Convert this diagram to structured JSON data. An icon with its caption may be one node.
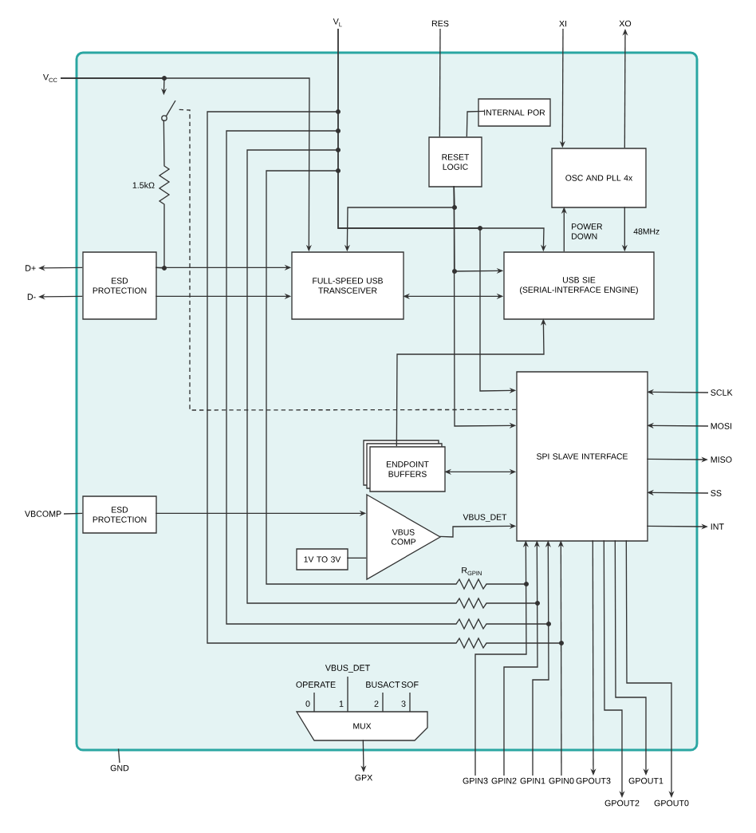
{
  "diagram": {
    "nodes": [
      {
        "text": [
          "V$_{L}$"
        ]
      },
      {
        "text": [
          "RES"
        ]
      },
      {
        "text": [
          "XI"
        ]
      },
      {
        "text": [
          "XO"
        ]
      },
      {
        "text": [
          "V$_{CC}$"
        ]
      },
      {
        "text": [],
        "shape": "box"
      },
      {
        "text": [
          "INTERNAL POR"
        ],
        "in": 5
      },
      {
        "text": [
          "RESET LOGIC"
        ],
        "in": 5
      },
      {
        "text": [
          "OSC AND PLL 4x"
        ],
        "in": 5
      },
      {
        "text": [
          "D+"
        ]
      },
      {
        "text": [
          "D-"
        ]
      },
      {
        "text": [
          "ESD PROTECTION"
        ],
        "in": 5
      },
      {
        "text": [
          "FULL-SPEED USB TRANSCEIVER"
        ],
        "in": 5
      },
      {
        "text": [
          "USB SIE",
          "(SERIAL-INTERFACE ENGINE)"
        ],
        "in": 5
      },
      {
        "text": [
          "SCLK"
        ]
      },
      {
        "text": [
          "SPI SLAVE INTERFACE"
        ],
        "in": 5
      },
      {
        "text": [
          "MOSI"
        ]
      },
      {
        "text": [
          "ENDPOINT BUFFERS"
        ],
        "in": 5
      },
      {
        "text": [
          "MISO"
        ]
      },
      {
        "text": [
          "VBCOMP"
        ]
      },
      {
        "text": [
          "ESD PROTECTION"
        ],
        "in": 5
      },
      {
        "text": [
          "VBUS COMP"
        ],
        "in": 5
      },
      {
        "text": [
          "SS"
        ]
      },
      {
        "text": [
          "INT"
        ]
      },
      {
        "text": [
          "1V TO 3V"
        ],
        "in": 5
      },
      {
        "text": [
          "MUX"
        ],
        "in": 5,
        "beside": [
          "0",
          "1",
          "2",
          "3"
        ]
      },
      {
        "text": [
          "GND"
        ]
      },
      {
        "text": [
          "GPX"
        ]
      },
      {
        "text": [
          "GPIN3"
        ]
      },
      {
        "text": [
          "GPIN2"
        ]
      },
      {
        "text": [
          "GPIN1"
        ]
      },
      {
        "text": [
          "GPIN0"
        ]
      },
      {
        "text": [
          "GPOUT3"
        ]
      },
      {
        "text": [
          "GPOUT1"
        ]
      },
      {
        "text": [
          "GPOUT2"
        ]
      },
      {
        "text": [
          "GPOUT0"
        ]
      },
      {
        "text": [],
        "shape": "switch",
        "in": 5
      }
    ],
    "edges": [
      {
        "from": 4,
        "to": 12,
        "arrow": "to"
      },
      {
        "from": 0,
        "to": 13,
        "arrow": "to"
      },
      {
        "from": 0,
        "to": 15,
        "arrow": "to"
      },
      {
        "from": 1,
        "to": 7,
        "arrow": "none"
      },
      {
        "from": 7,
        "to": 6,
        "arrow": "none"
      },
      {
        "from": 7,
        "to": 12,
        "arrow": "to"
      },
      {
        "from": 7,
        "to": 13,
        "arrow": "to"
      },
      {
        "from": 7,
        "to": 15,
        "arrow": "to"
      },
      {
        "from": 2,
        "to": 8,
        "arrow": "to"
      },
      {
        "from": 8,
        "to": 3,
        "arrow": "to"
      },
      {
        "from": 13,
        "to": 8,
        "arrow": "to",
        "label": "POWER DOWN"
      },
      {
        "from": 8,
        "to": 13,
        "arrow": "to",
        "label": "48MHz"
      },
      {
        "from": 11,
        "to": 9,
        "arrow": "to"
      },
      {
        "from": 11,
        "to": 10,
        "arrow": "to"
      },
      {
        "from": 11,
        "to": 12,
        "arrow": "to"
      },
      {
        "from": 11,
        "to": 12,
        "arrow": "to"
      },
      {
        "from": 12,
        "to": 13,
        "arrow": "both"
      },
      {
        "from": 17,
        "to": 13,
        "arrow": "to"
      },
      {
        "from": 17,
        "to": 15,
        "arrow": "both"
      },
      {
        "from": 14,
        "to": 15,
        "arrow": "to"
      },
      {
        "from": 16,
        "to": 15,
        "arrow": "to"
      },
      {
        "from": 15,
        "to": 18,
        "arrow": "to"
      },
      {
        "from": 22,
        "to": 15,
        "arrow": "to"
      },
      {
        "from": 15,
        "to": 23,
        "arrow": "to"
      },
      {
        "from": 19,
        "to": 20,
        "arrow": "none"
      },
      {
        "from": 20,
        "to": 21,
        "arrow": "to"
      },
      {
        "from": 24,
        "to": 21,
        "arrow": "none"
      },
      {
        "from": 21,
        "to": 15,
        "arrow": "to",
        "label": "VBUS_DET"
      },
      {
        "from": 28,
        "to": 15,
        "arrow": "to"
      },
      {
        "from": 29,
        "to": 15,
        "arrow": "to"
      },
      {
        "from": 30,
        "to": 15,
        "arrow": "to"
      },
      {
        "from": 31,
        "to": 15,
        "arrow": "to"
      },
      {
        "from": 15,
        "to": 32,
        "arrow": "to"
      },
      {
        "from": 15,
        "to": 33,
        "arrow": "to"
      },
      {
        "from": 15,
        "to": 34,
        "arrow": "to"
      },
      {
        "from": 15,
        "to": 35,
        "arrow": "to"
      },
      {
        "from": 25,
        "to": 27,
        "arrow": "to"
      },
      {
        "from": 5,
        "to": 26,
        "arrow": "none"
      },
      {
        "from": 15,
        "to": 36,
        "arrow": "none",
        "style": "dashed"
      },
      {
        "from": 4,
        "to": 36,
        "arrow": "to"
      },
      {
        "from": 36,
        "to": 11,
        "arrow": "none"
      }
    ],
    "labels": [
      "1.5kΩ",
      "R$_{GPIN}$",
      "VBUS_DET",
      "OPERATE",
      "BUSACT",
      "SOF"
    ]
  }
}
